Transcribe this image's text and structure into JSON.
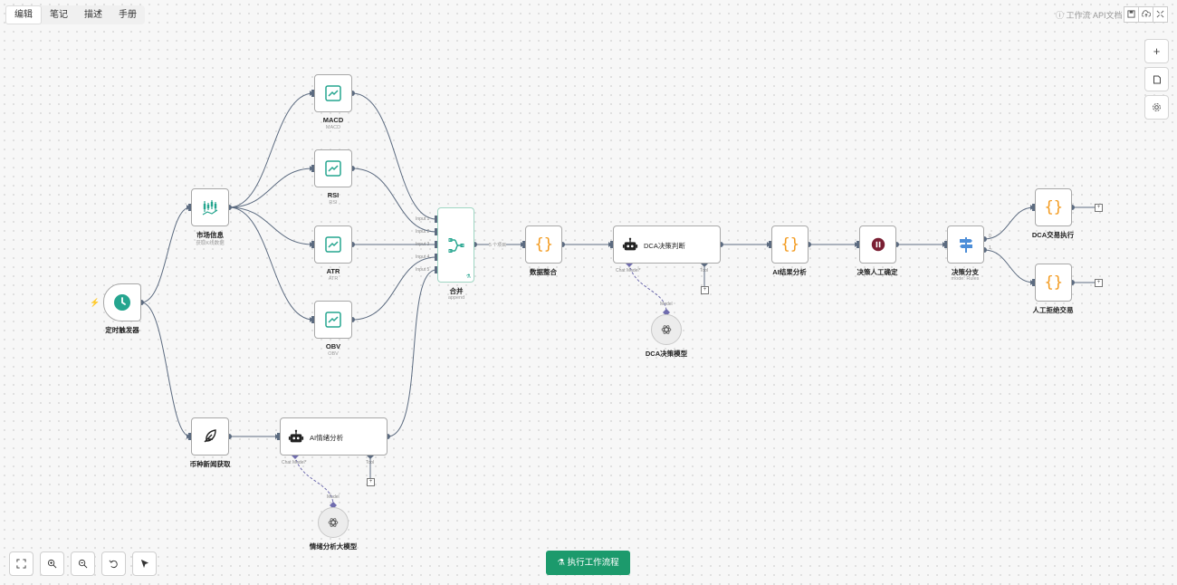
{
  "tabs": [
    {
      "label": "编辑",
      "active": true
    },
    {
      "label": "笔记",
      "active": false
    },
    {
      "label": "描述",
      "active": false
    },
    {
      "label": "手册",
      "active": false
    }
  ],
  "header": {
    "docs_label": "工作流 API文档",
    "docs_icon": "info-circle-icon",
    "actions": [
      "save-icon",
      "upload-cloud-icon",
      "fullscreen-icon"
    ]
  },
  "side_toolbar": [
    "plus-icon",
    "note-icon",
    "gear-icon"
  ],
  "nodes": {
    "trigger": {
      "label": "定时触发器",
      "icon": "clock-icon"
    },
    "market": {
      "label": "市场信息",
      "sub": "获取K线数据",
      "icon": "candlestick-icon"
    },
    "macd": {
      "label": "MACD",
      "sub": "MACD",
      "icon": "trend-chart-icon"
    },
    "rsi": {
      "label": "RSI",
      "sub": "RSI",
      "icon": "trend-chart-icon"
    },
    "atr": {
      "label": "ATR",
      "sub": "ATR",
      "icon": "trend-chart-icon"
    },
    "obv": {
      "label": "OBV",
      "sub": "OBV",
      "icon": "trend-chart-icon"
    },
    "merge": {
      "label": "合并",
      "sub": "append",
      "inputs": [
        "Input 1",
        "Input 2",
        "Input 3",
        "Input 4",
        "Input 5"
      ],
      "out_label": "5 个项目"
    },
    "data": {
      "label": "数据整合",
      "icon": "braces-icon"
    },
    "dca_agent": {
      "title": "DCA决策判断",
      "chat_model": "Chat Model*",
      "tool": "Tool"
    },
    "dca_model": {
      "label": "DCA决策模型",
      "port": "Model",
      "icon": "openai-icon"
    },
    "ai_result": {
      "label": "AI结果分析",
      "icon": "braces-icon"
    },
    "confirm": {
      "label": "决策人工确定",
      "icon": "pause-icon"
    },
    "switch": {
      "label": "决策分支",
      "sub": "mode: Rules",
      "outputs": [
        "0",
        "1"
      ],
      "icon": "signpost-icon"
    },
    "dca_exec": {
      "label": "DCA交易执行",
      "icon": "braces-icon"
    },
    "reject": {
      "label": "人工拒绝交易",
      "icon": "braces-icon"
    },
    "news": {
      "label": "币种新闻获取",
      "icon": "feather-icon"
    },
    "sent_agent": {
      "title": "AI情绪分析",
      "chat_model": "Chat Model*",
      "tool": "Tool"
    },
    "sent_model": {
      "label": "情绪分析大模型",
      "port": "Model",
      "icon": "openai-icon"
    }
  },
  "bottom_toolbar": [
    "fit-view-icon",
    "zoom-in-icon",
    "zoom-out-icon",
    "undo-icon",
    "cursor-icon"
  ],
  "run_button": {
    "label": "执行工作流程",
    "icon": "flask-icon"
  },
  "colors": {
    "accent": "#1c9a6c",
    "teal": "#25a58f",
    "orange": "#f39a1e",
    "edge": "#5c6b80",
    "pause": "#7a1f33",
    "ai_port": "#6f6cae"
  }
}
